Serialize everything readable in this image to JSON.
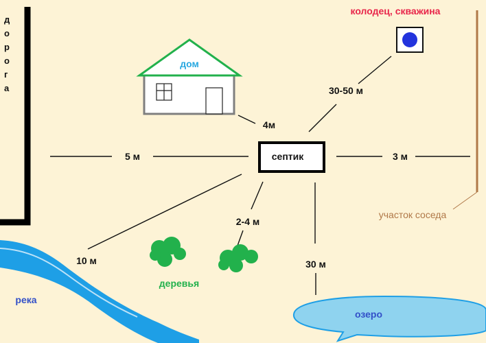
{
  "road": {
    "letters": [
      "д",
      "о",
      "р",
      "о",
      "г",
      "а"
    ]
  },
  "house": {
    "label": "дом"
  },
  "well": {
    "label": "колодец, скважина"
  },
  "septic": {
    "label": "септик"
  },
  "distances": {
    "house": "4м",
    "road": "5 м",
    "well": "30-50 м",
    "neighbor": "3 м",
    "river": "10 м",
    "trees": "2-4 м",
    "lake": "30 м"
  },
  "neighbor": {
    "label": "участок соседа"
  },
  "trees": {
    "label": "деревья"
  },
  "river": {
    "label": "река"
  },
  "lake": {
    "label": "озеро"
  },
  "colors": {
    "background": "#fdf3d6",
    "road": "#000000",
    "house_roof": "#22b14c",
    "house_label": "#29a8e0",
    "well_label": "#e8254a",
    "well_dot": "#2233dd",
    "neighbor_fence": "#b07848",
    "neighbor_label": "#b07848",
    "trees": "#22b14c",
    "river": "#1e9fe6",
    "river_label": "#3350c8",
    "lake": "#8fd3ef",
    "lake_border": "#1e9fe6"
  }
}
